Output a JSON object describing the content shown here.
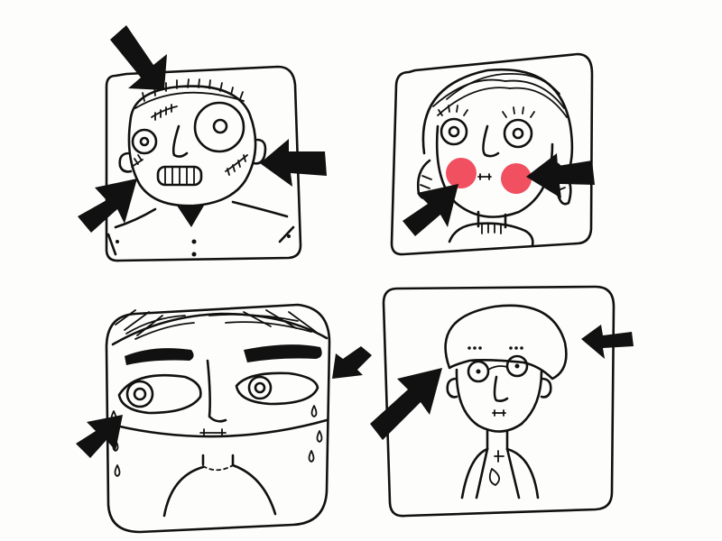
{
  "illustration": {
    "style": "black ink line drawing with pointer arrows",
    "panels": [
      {
        "subject": "zombie-face-with-stitches",
        "arrows": 3
      },
      {
        "subject": "girl-with-braids-and-rosy-cheeks",
        "arrows": 2
      },
      {
        "subject": "wide-face-with-tears",
        "arrows": 2
      },
      {
        "subject": "man-with-glasses-and-bob-hair",
        "arrows": 2
      }
    ]
  },
  "colors": {
    "ink": "#111111",
    "paper": "#fdfdfb",
    "cheek": "#f0505f"
  }
}
